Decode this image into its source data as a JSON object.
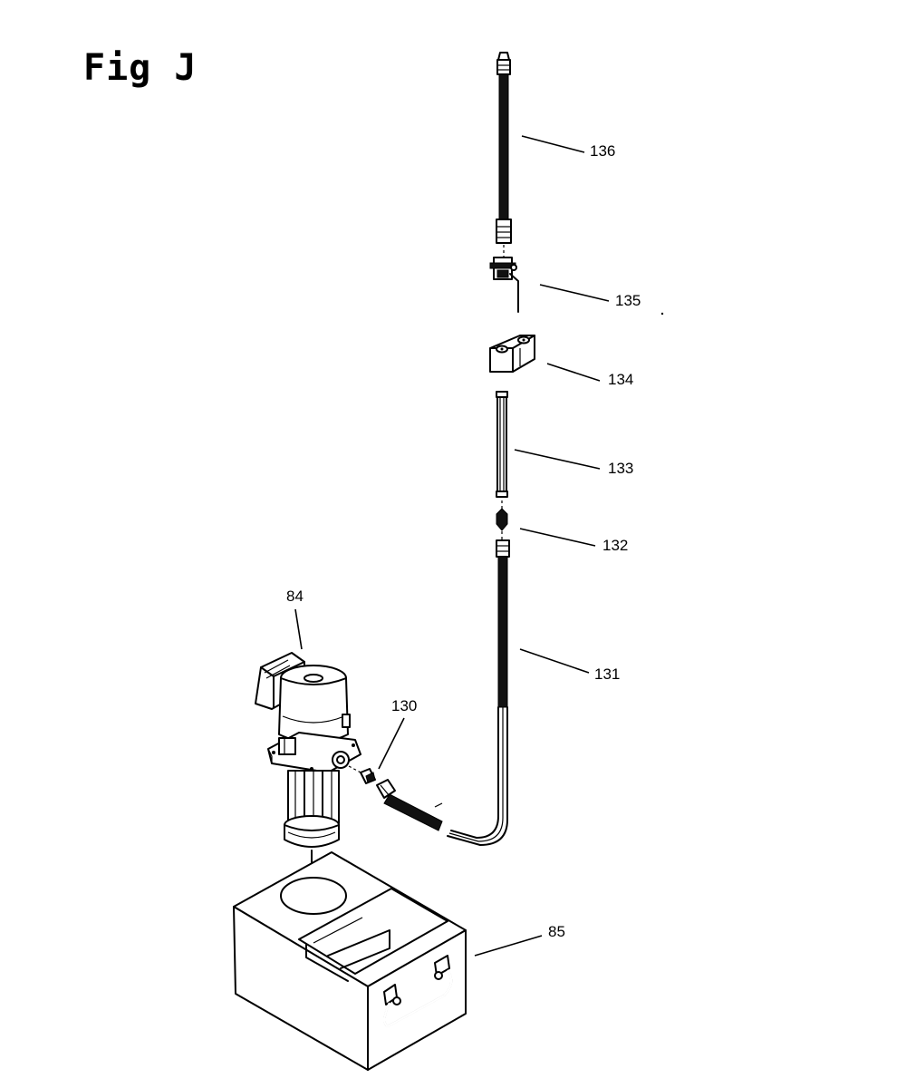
{
  "figure": {
    "title": "Fig J"
  },
  "callouts": {
    "p136": "136",
    "p135": "135",
    "p134": "134",
    "p133": "133",
    "p132": "132",
    "p131": "131",
    "p130": "130",
    "p84": "84",
    "p85": "85"
  }
}
